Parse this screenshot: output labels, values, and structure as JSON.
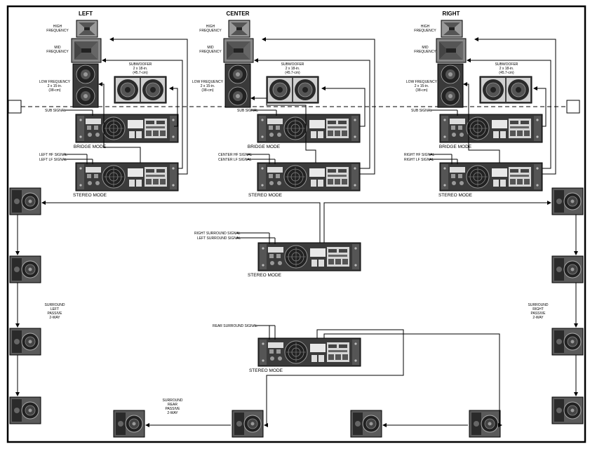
{
  "titles": {
    "left": "LEFT",
    "center": "CENTER",
    "right": "RIGHT"
  },
  "stack": {
    "high": [
      "HIGH",
      "FREQUENCY"
    ],
    "mid": [
      "MID",
      "FREQUENCY"
    ],
    "low": [
      "LOW FREQUENCY",
      "2 x 15-in.",
      "(38-cm)"
    ],
    "sub": [
      "SUBWOOFER",
      "2 x 18-in.",
      "(45.7-cm)"
    ]
  },
  "signals": {
    "sub": "SUB SIGNAL",
    "left_hf": "LEFT HF SIGNAL",
    "left_lf": "LEFT LF SIGNAL",
    "center_hf": "CENTER HF SIGNAL",
    "center_lf": "CENTER LF SIGNAL",
    "right_hf": "RIGHT HF SIGNAL",
    "right_lf": "RIGHT LF SIGNAL",
    "right_surround": "RIGHT SURROUND SIGNAL",
    "left_surround": "LEFT SURROUND SIGNAL",
    "rear_surround": "REAR SURROUND SIGNAL"
  },
  "modes": {
    "bridge": "BRIDGE MODE",
    "stereo": "STEREO MODE"
  },
  "surround_left": [
    "SURROUND",
    "LEFT",
    "PASSIVE",
    "2-WAY"
  ],
  "surround_right": [
    "SURROUND",
    "RIGHT",
    "PASSIVE",
    "2-WAY"
  ],
  "surround_rear": [
    "SURROUND",
    "REAR",
    "PASSIVE",
    "2-WAY"
  ],
  "colors": {
    "line": "#000000",
    "device": "#3a3a3a",
    "device_light": "#9a9a9a",
    "panel": "#e6e6e6"
  }
}
